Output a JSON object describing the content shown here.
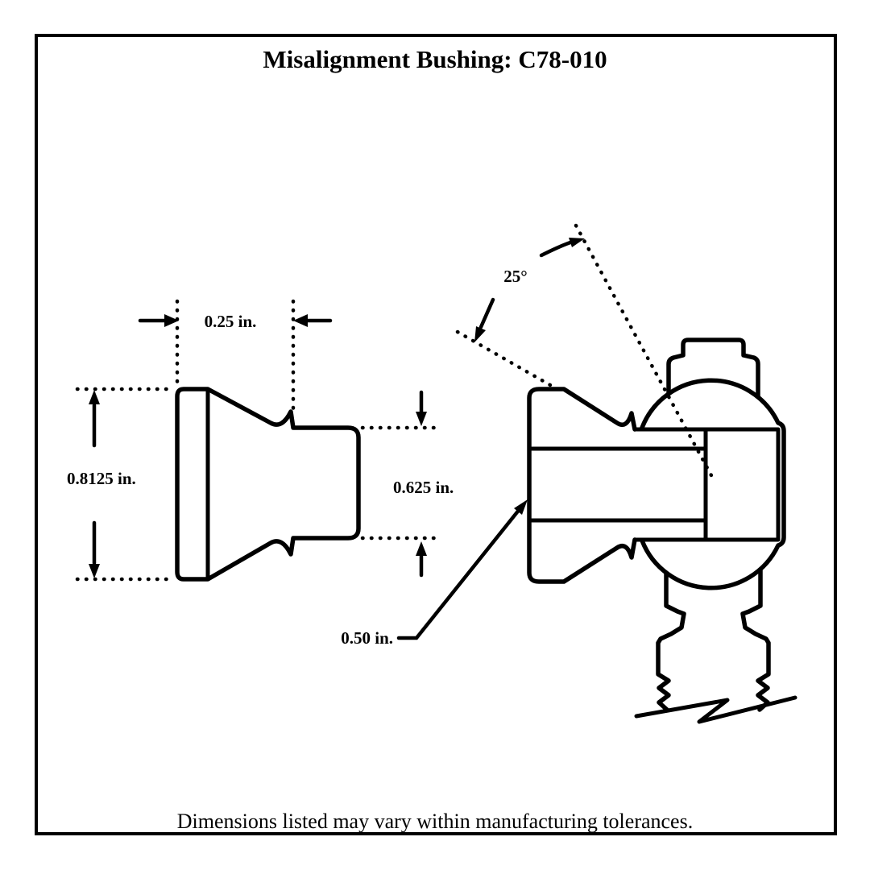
{
  "title": "Misalignment Bushing: C78-010",
  "footer": "Dimensions listed may vary within manufacturing tolerances.",
  "colors": {
    "ink": "#000000",
    "paper": "#ffffff"
  },
  "left_view": {
    "flange_width_label": "0.25 in.",
    "flange_diameter_label": "0.8125 in.",
    "pilot_diameter_label": "0.625 in."
  },
  "right_view": {
    "misalignment_angle_label": "25°",
    "bore_diameter_label": "0.50 in."
  }
}
